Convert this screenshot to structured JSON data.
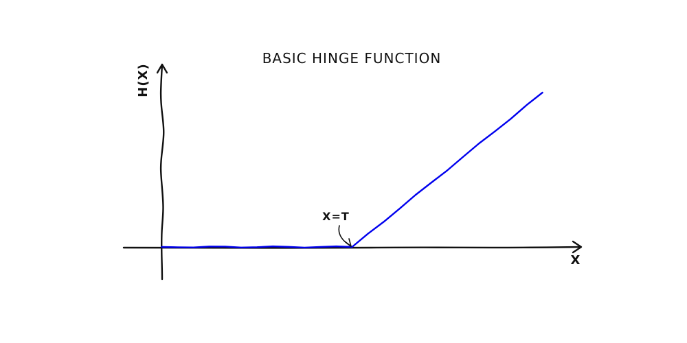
{
  "chart_data": {
    "type": "line",
    "title": "BASIC HINGE FUNCTION",
    "xlabel": "X",
    "ylabel": "H(X)",
    "grid": false,
    "series": [
      {
        "color": "#0000ee",
        "points": [
          {
            "x": 0,
            "y": 0
          },
          {
            "x": 5,
            "y": 0
          },
          {
            "x": 10,
            "y": 4
          }
        ]
      }
    ],
    "annotations": [
      {
        "text": "X=T",
        "x": 5,
        "y": 0
      }
    ],
    "xlim": [
      -1,
      11
    ],
    "ylim": [
      -0.8,
      4.8
    ]
  }
}
